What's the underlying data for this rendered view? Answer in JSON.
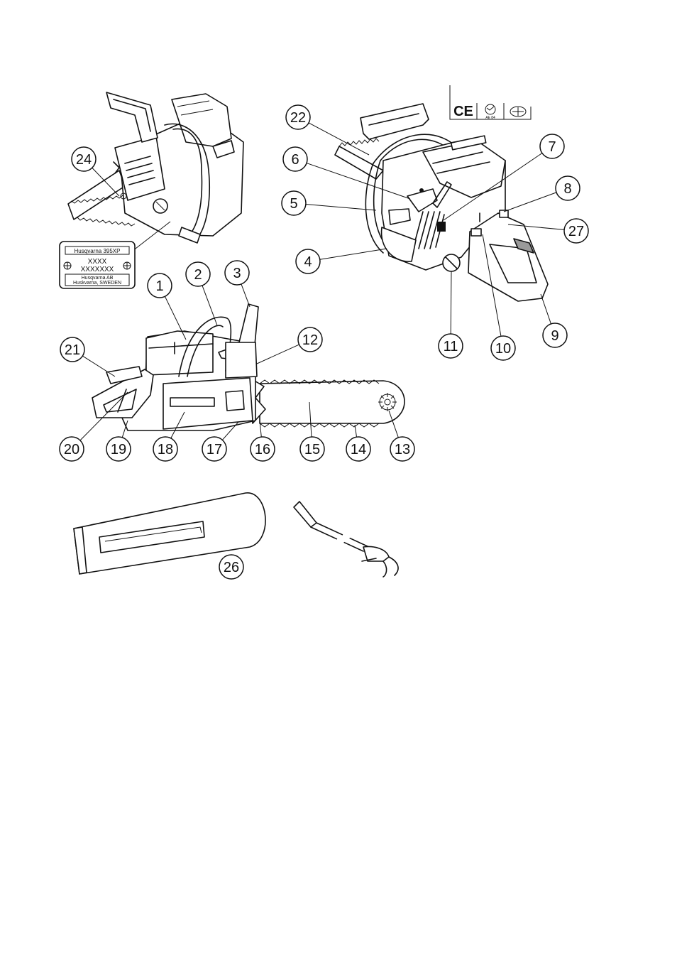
{
  "rating_plate": {
    "model_line": "Husqvarna 395XP",
    "code_line_1": "XXXX",
    "code_line_2": "XXXXXXX",
    "maker_line_1": "Husqvarna AB",
    "maker_line_2": "Huskvarna, SWEDEN"
  },
  "certification_marks": {
    "ce": "CE",
    "pct_sub": "ΑΕ 84"
  },
  "callouts": [
    {
      "label": "1"
    },
    {
      "label": "2"
    },
    {
      "label": "3"
    },
    {
      "label": "4"
    },
    {
      "label": "5"
    },
    {
      "label": "6"
    },
    {
      "label": "7"
    },
    {
      "label": "8"
    },
    {
      "label": "9"
    },
    {
      "label": "10"
    },
    {
      "label": "11"
    },
    {
      "label": "12"
    },
    {
      "label": "13"
    },
    {
      "label": "14"
    },
    {
      "label": "15"
    },
    {
      "label": "16"
    },
    {
      "label": "17"
    },
    {
      "label": "18"
    },
    {
      "label": "19"
    },
    {
      "label": "20"
    },
    {
      "label": "21"
    },
    {
      "label": "22"
    },
    {
      "label": "24"
    },
    {
      "label": "26"
    },
    {
      "label": "27"
    }
  ]
}
